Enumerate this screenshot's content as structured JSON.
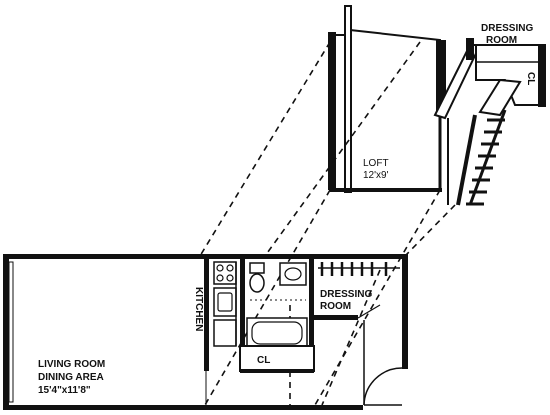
{
  "labels": {
    "dressing_room_upper_l1": "DRESSING",
    "dressing_room_upper_l2": "ROOM",
    "closet_upper": "CL",
    "loft_name": "LOFT",
    "loft_size": "12'x9'",
    "kitchen": "KITCHEN",
    "dressing_room_lower_l1": "DRESSING",
    "dressing_room_lower_l2": "ROOM",
    "closet_lower": "CL",
    "living_l1": "LIVING ROOM",
    "living_l2": "DINING AREA",
    "living_size": "15'4\"x11'8\""
  }
}
